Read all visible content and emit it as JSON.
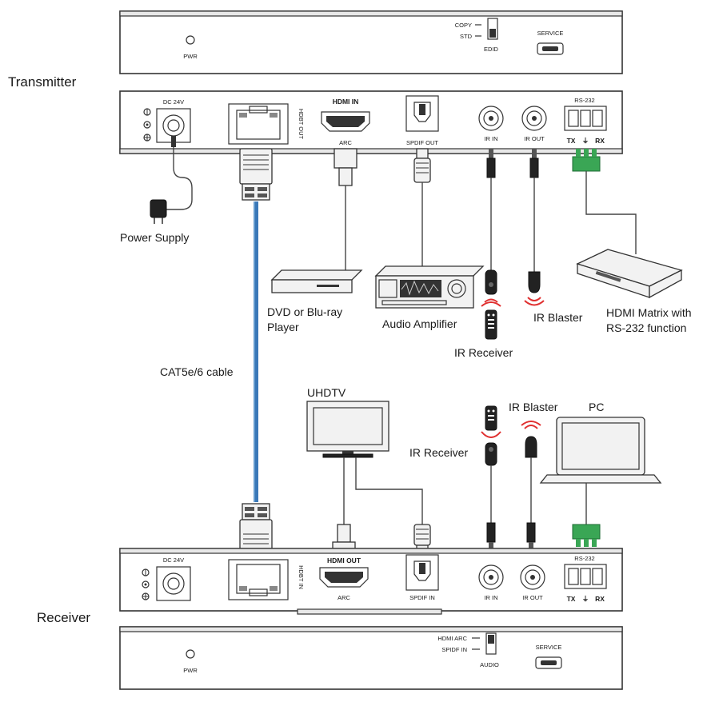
{
  "labels": {
    "transmitter": "Transmitter",
    "receiver": "Receiver",
    "power_supply": "Power Supply",
    "dvd_player_line1": "DVD or Blu-ray",
    "dvd_player_line2": "Player",
    "audio_amplifier": "Audio Amplifier",
    "ir_receiver": "IR Receiver",
    "ir_blaster": "IR Blaster",
    "hdmi_matrix_line1": "HDMI Matrix with",
    "hdmi_matrix_line2": "RS-232 function",
    "cat_cable": "CAT5e/6 cable",
    "uhdtv": "UHDTV",
    "pc": "PC"
  },
  "transmitter_front": {
    "pwr": "PWR",
    "copy": "COPY",
    "std": "STD",
    "edid": "EDID",
    "service": "SERVICE"
  },
  "transmitter_rear": {
    "dc": "DC 24V",
    "hdbt_out": "HDBT OUT",
    "hdmi_in": "HDMI IN",
    "arc": "ARC",
    "spdif_out": "SPDIF OUT",
    "ir_in": "IR IN",
    "ir_out": "IR OUT",
    "rs232": "RS-232",
    "tx": "TX",
    "rx": "RX"
  },
  "receiver_rear": {
    "dc": "DC 24V",
    "hdbt_in": "HDBT IN",
    "hdmi_out": "HDMI OUT",
    "arc": "ARC",
    "spdif_in": "SPDIF IN",
    "ir_in": "IR IN",
    "ir_out": "IR OUT",
    "rs232": "RS-232",
    "tx": "TX",
    "rx": "RX"
  },
  "receiver_front": {
    "pwr": "PWR",
    "hdmi_arc": "HDMI ARC",
    "spdif_in": "SPIDF IN",
    "audio": "AUDIO",
    "service": "SERVICE"
  },
  "colors": {
    "cat_cable": "#3a78b8",
    "rs232_connector": "#3aa655",
    "ir_wave": "#e03030"
  }
}
